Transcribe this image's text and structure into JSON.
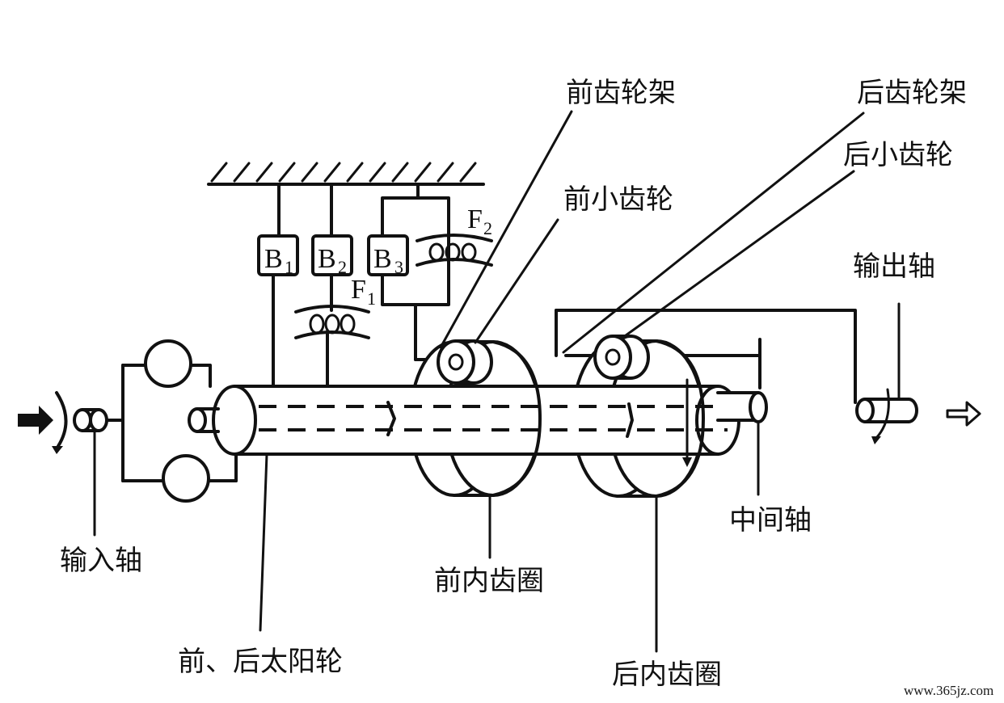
{
  "labels": {
    "front_carrier": "前齿轮架",
    "rear_carrier": "后齿轮架",
    "rear_planet": "后小齿轮",
    "front_planet": "前小齿轮",
    "output_shaft": "输出轴",
    "input_shaft": "输入轴",
    "sun_gears": "前、后太阳轮",
    "front_ring": "前内齿圈",
    "middle_shaft": "中间轴",
    "rear_ring": "后内齿圈"
  },
  "symbols": {
    "b1": {
      "base": "B",
      "sub": "1"
    },
    "b2": {
      "base": "B",
      "sub": "2"
    },
    "b3": {
      "base": "B",
      "sub": "3"
    },
    "f1": {
      "base": "F",
      "sub": "1"
    },
    "f2": {
      "base": "F",
      "sub": "2"
    }
  },
  "watermark": "www.365jz.com",
  "input_arrow_icon": "solid-arrow-right-icon",
  "output_arrow_icon": "hollow-arrow-right-icon"
}
